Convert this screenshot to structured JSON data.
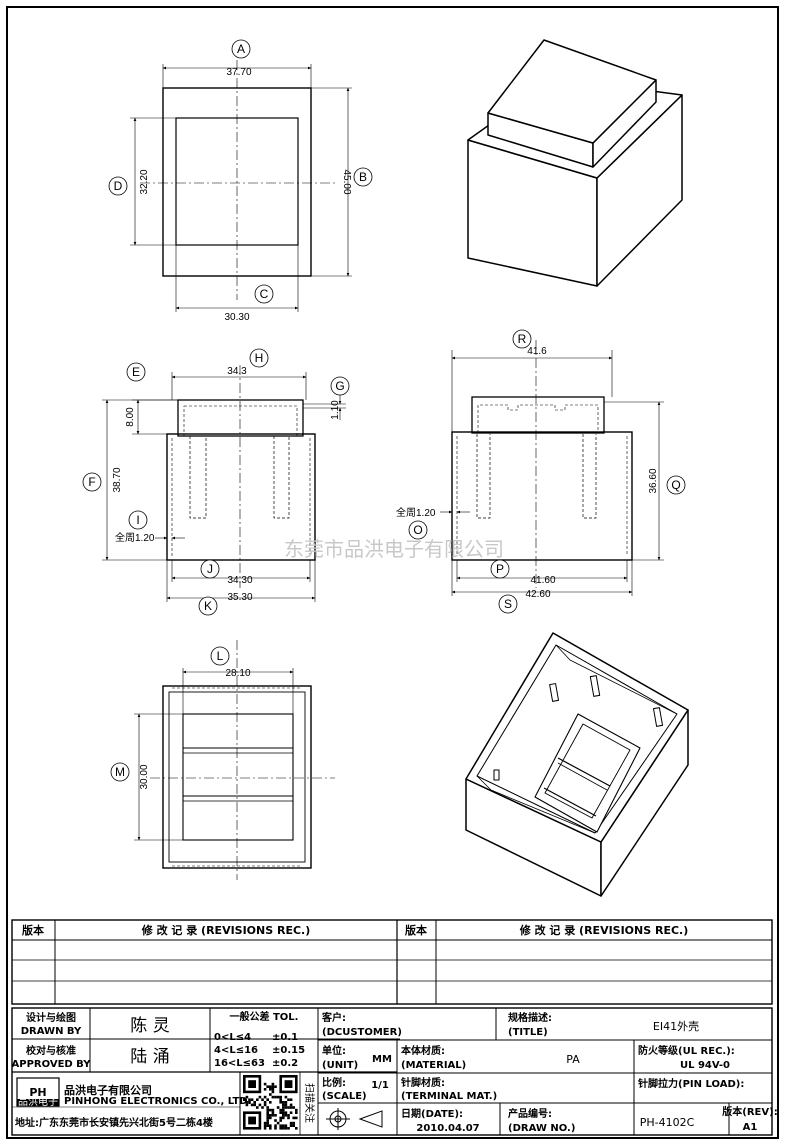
{
  "views": {
    "top": {
      "balloons": [
        "A",
        "B",
        "C",
        "D"
      ],
      "dims": [
        "37.70",
        "45.00",
        "30.30",
        "32.20"
      ]
    },
    "front": {
      "balloons": [
        "E",
        "F",
        "G",
        "H",
        "I",
        "J",
        "K"
      ],
      "dims": [
        "34.3",
        "8.00",
        "1.10",
        "38.70",
        "全周1.20",
        "34.30",
        "35.30"
      ]
    },
    "side": {
      "balloons": [
        "R",
        "Q",
        "O",
        "P",
        "S"
      ],
      "dims": [
        "41.6",
        "36.60",
        "全周1.20",
        "41.60",
        "42.60"
      ]
    },
    "bottom": {
      "balloons": [
        "L",
        "M"
      ],
      "dims": [
        "28.10",
        "30.00"
      ]
    }
  },
  "watermark": "东莞市品洪电子有限公司",
  "revisions": {
    "col_version": "版本",
    "col_record": "修 改 记 录 (REVISIONS REC.)"
  },
  "title_block": {
    "designer_label_cn": "设计与绘图",
    "designer_label_en": "DRAWN BY",
    "designer": "陈 灵",
    "checker_label_cn": "校对与核准",
    "checker_label_en": "APPROVED BY",
    "checker": "陆 涌",
    "tolerance_title": "一般公差 TOL.",
    "tolerances": [
      {
        "range": "0<L≤4",
        "tol": "±0.1"
      },
      {
        "range": "4<L≤16",
        "tol": "±0.15"
      },
      {
        "range": "16<L≤63",
        "tol": "±0.2"
      }
    ],
    "customer_label": "客户:",
    "customer_label_en": "(DCUSTOMER)",
    "title_label": "规格描述:",
    "title_label_en": "(TITLE)",
    "title_value": "EI41外壳",
    "unit_label": "单位:",
    "unit_label_en": "(UNIT)",
    "unit_value": "MM",
    "material_label": "本体材质:",
    "material_label_en": "(MATERIAL)",
    "material_value": "PA",
    "flame_label": "防火等级(UL REC.):",
    "flame_value": "UL 94V-0",
    "scale_label": "比例:",
    "scale_label_en": "(SCALE)",
    "scale_value": "1/1",
    "terminal_label": "针脚材质:",
    "terminal_label_en": "(TERMINAL MAT.)",
    "pinload_label": "针脚拉力(PIN LOAD):",
    "date_label": "日期(DATE):",
    "date_value": "2010.04.07",
    "drawno_label": "产品编号:",
    "drawno_label_en": "(DRAW NO.)",
    "drawno_value": "PH-4102C",
    "rev_label": "版本(REV):",
    "rev_value": "A1",
    "company_logo": "PH",
    "company_logo_sub": "品洪电子",
    "company_cn": "品洪电子有限公司",
    "company_en": "PINHONG ELECTRONICS CO., LTD.",
    "address": "地址:广东东莞市长安镇先兴北街5号二栋4楼",
    "qr_caption": "扫描关注"
  }
}
